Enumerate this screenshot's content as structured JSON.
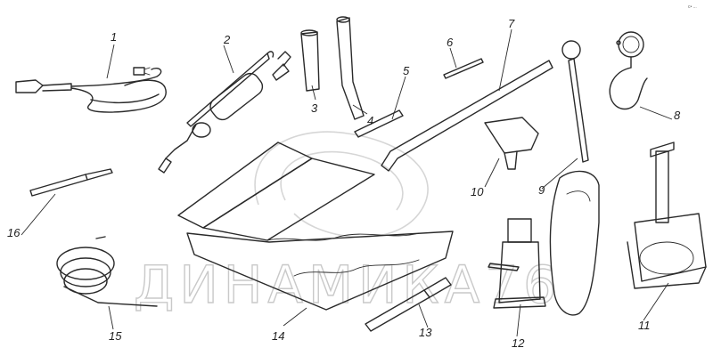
{
  "diagram": {
    "corner_mark": "с• ...",
    "watermark": "ДИНАМИКА76",
    "callouts": [
      "1",
      "2",
      "3",
      "4",
      "5",
      "6",
      "7",
      "8",
      "9",
      "10",
      "11",
      "12",
      "13",
      "14",
      "15",
      "16"
    ]
  }
}
